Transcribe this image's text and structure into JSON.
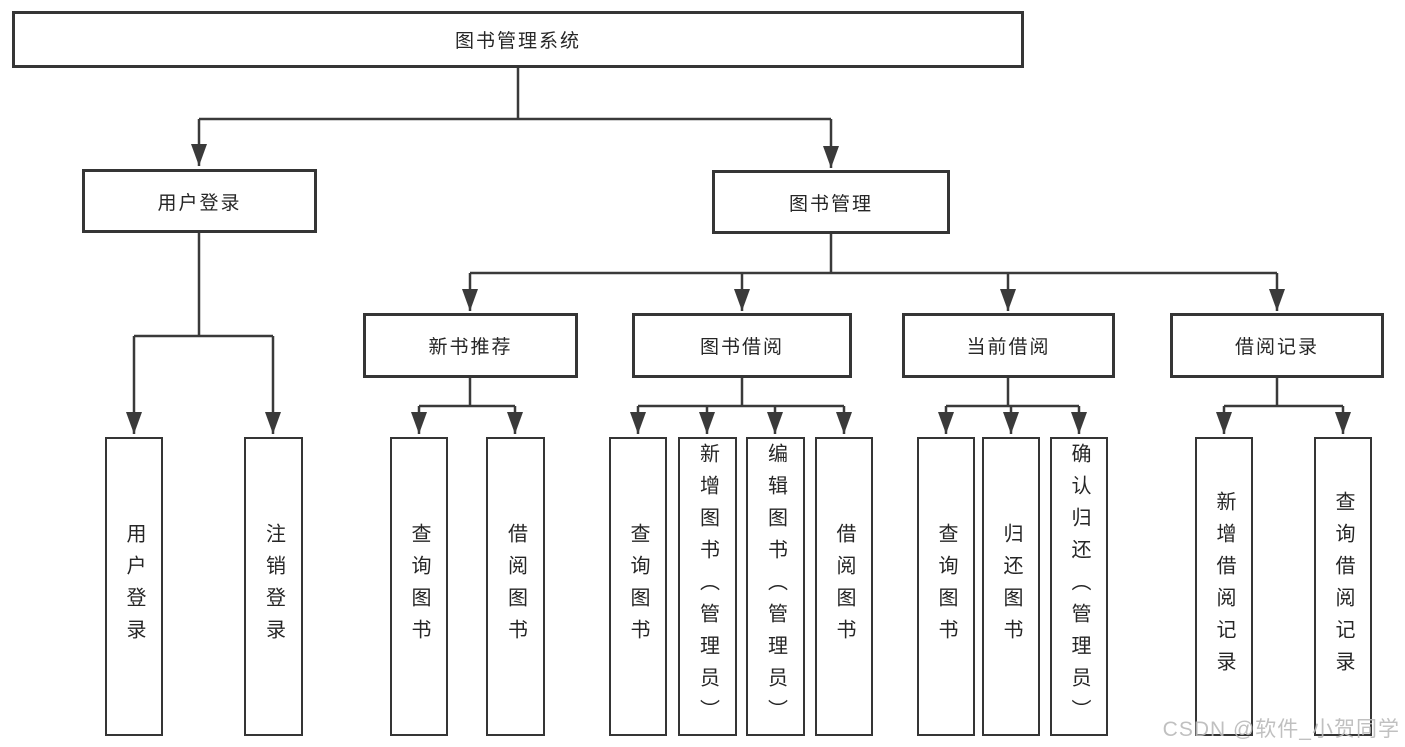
{
  "diagram": {
    "root": {
      "label": "图书管理系统"
    },
    "level2": [
      {
        "id": "user-login",
        "label": "用户登录"
      },
      {
        "id": "book-management",
        "label": "图书管理"
      }
    ],
    "level3": [
      {
        "id": "new-book-recommend",
        "label": "新书推荐"
      },
      {
        "id": "book-borrow",
        "label": "图书借阅"
      },
      {
        "id": "current-borrow",
        "label": "当前借阅"
      },
      {
        "id": "borrow-records",
        "label": "借阅记录"
      }
    ],
    "leaves": [
      {
        "id": "leaf-user-login",
        "label": "用户登录"
      },
      {
        "id": "leaf-logout",
        "label": "注销登录"
      },
      {
        "id": "leaf-query-books-recommend",
        "label": "查询图书"
      },
      {
        "id": "leaf-borrow-books-recommend",
        "label": "借阅图书"
      },
      {
        "id": "leaf-query-books-borrow",
        "label": "查询图书"
      },
      {
        "id": "leaf-add-books-admin",
        "label": "新增图书（管理员）"
      },
      {
        "id": "leaf-edit-books-admin",
        "label": "编辑图书（管理员）"
      },
      {
        "id": "leaf-borrow-books",
        "label": "借阅图书"
      },
      {
        "id": "leaf-query-books-current",
        "label": "查询图书"
      },
      {
        "id": "leaf-return-books",
        "label": "归还图书"
      },
      {
        "id": "leaf-confirm-return-admin",
        "label": "确认归还（管理员）"
      },
      {
        "id": "leaf-add-borrow-record",
        "label": "新增借阅记录"
      },
      {
        "id": "leaf-query-borrow-record",
        "label": "查询借阅记录"
      }
    ]
  },
  "watermark": "CSDN @软件_小贺同学",
  "colors": {
    "line": "#3a3a3a",
    "box_border": "#353535",
    "text": "#262626",
    "background": "#ffffff",
    "watermark": "#b9b9b9"
  }
}
